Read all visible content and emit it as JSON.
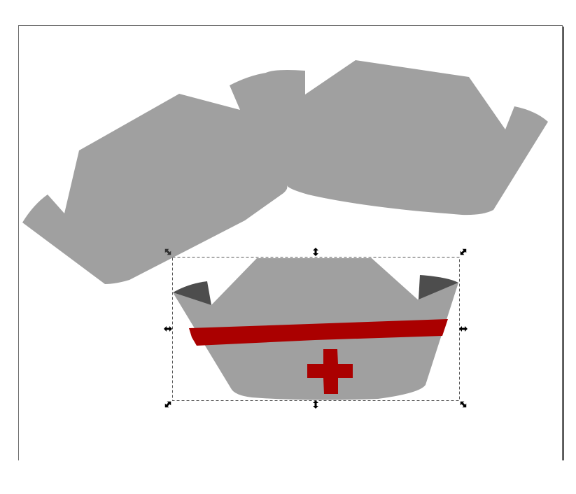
{
  "app": {
    "type": "vector-editor-canvas"
  },
  "colors": {
    "shape_gray": "#a0a0a0",
    "flap_dark": "#4d4d4d",
    "accent_red": "#aa0000",
    "page_border": "#6e6e6e",
    "page_shadow": "#5a5a5a"
  },
  "selection": {
    "handles": [
      "rotate-top-left",
      "scale-top",
      "rotate-top-right",
      "scale-left",
      "scale-right",
      "rotate-bottom-left",
      "scale-bottom",
      "rotate-bottom-right"
    ]
  }
}
